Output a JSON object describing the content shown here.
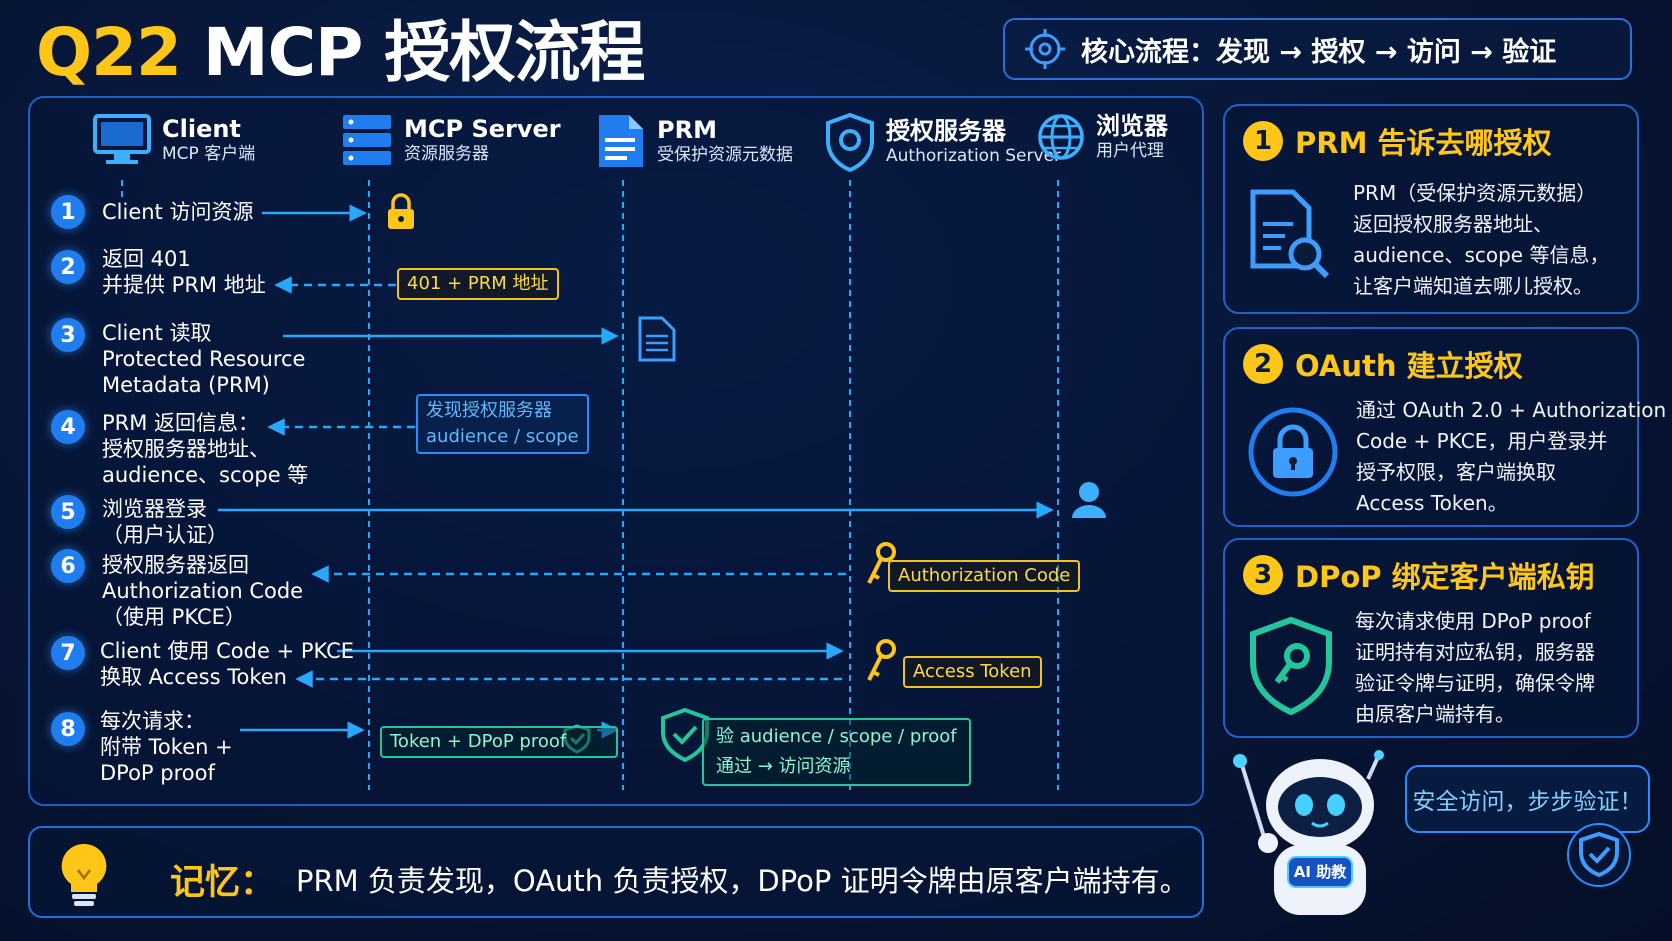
{
  "title": {
    "prefix": "Q22",
    "rest": " MCP 授权流程"
  },
  "core_flow": {
    "text": "核心流程：发现 → 授权 → 访问 → 验证",
    "icon": "target-icon"
  },
  "participants": [
    {
      "name": "Client",
      "sub": "MCP 客户端",
      "icon": "monitor-icon"
    },
    {
      "name": "MCP Server",
      "sub": "资源服务器",
      "icon": "server-icon"
    },
    {
      "name": "PRM",
      "sub": "受保护资源元数据",
      "icon": "document-icon"
    },
    {
      "name": "授权服务器",
      "sub": "Authorization Server",
      "icon": "shield-icon"
    },
    {
      "name": "浏览器",
      "sub": "用户代理",
      "icon": "globe-icon"
    }
  ],
  "steps": [
    {
      "num": "1",
      "text": "Client 访问资源"
    },
    {
      "num": "2",
      "text": "返回 401\n并提供 PRM 地址"
    },
    {
      "num": "3",
      "text": "Client 读取\nProtected Resource\nMetadata (PRM)"
    },
    {
      "num": "4",
      "text": "PRM 返回信息：\n授权服务器地址、\naudience、scope 等"
    },
    {
      "num": "5",
      "text": "浏览器登录\n（用户认证）"
    },
    {
      "num": "6",
      "text": "授权服务器返回\nAuthorization Code\n（使用 PKCE）"
    },
    {
      "num": "7",
      "text": "Client 使用 Code + PKCE\n换取 Access Token"
    },
    {
      "num": "8",
      "text": "每次请求：\n附带 Token +\nDPoP proof"
    }
  ],
  "tags": {
    "t401": "401 + PRM 地址",
    "discover": "发现授权服务器\naudience / scope",
    "auth_code": "Authorization Code",
    "access_token": "Access Token",
    "token_dpop": "Token + DPoP proof",
    "verify": "验 audience / scope / proof\n通过 → 访问资源"
  },
  "cards": [
    {
      "num": "1",
      "title": "PRM 告诉去哪授权",
      "body": "PRM（受保护资源元数据）\n返回授权服务器地址、\naudience、scope 等信息，\n让客户端知道去哪儿授权。",
      "icon": "document-search-icon"
    },
    {
      "num": "2",
      "title": "OAuth 建立授权",
      "body": "通过 OAuth 2.0 + Authorization\nCode + PKCE，用户登录并\n授予权限，客户端换取\nAccess Token。",
      "icon": "lock-icon"
    },
    {
      "num": "3",
      "title": "DPoP 绑定客户端私钥",
      "body": "每次请求使用 DPoP proof\n证明持有对应私钥，服务器\n验证令牌与证明，确保令牌\n由原客户端持有。",
      "icon": "shield-key-icon"
    }
  ],
  "memo": {
    "label": "记忆：",
    "text": "PRM 负责发现，OAuth 负责授权，DPoP 证明令牌由原客户端持有。",
    "icon": "lightbulb-icon"
  },
  "robot": {
    "badge": "AI 助教",
    "bubble": "安全访问，步步验证！"
  },
  "colors": {
    "accent": "#ffc61a",
    "primary": "#1f7df0",
    "line": "#27a8ff",
    "tag_yellow": "#f2c222",
    "tag_green": "#23c59c"
  }
}
